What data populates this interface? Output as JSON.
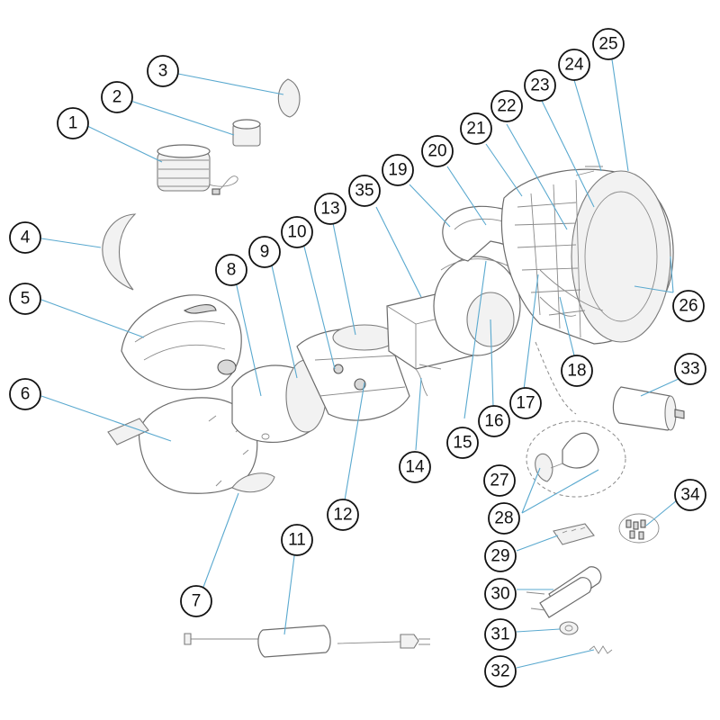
{
  "labels": [
    "1",
    "2",
    "3",
    "4",
    "5",
    "6",
    "7",
    "8",
    "9",
    "10",
    "11",
    "12",
    "13",
    "14",
    "15",
    "16",
    "17",
    "18",
    "19",
    "20",
    "21",
    "22",
    "23",
    "24",
    "25",
    "26",
    "27",
    "28",
    "29",
    "30",
    "31",
    "32",
    "33",
    "34",
    "35"
  ]
}
